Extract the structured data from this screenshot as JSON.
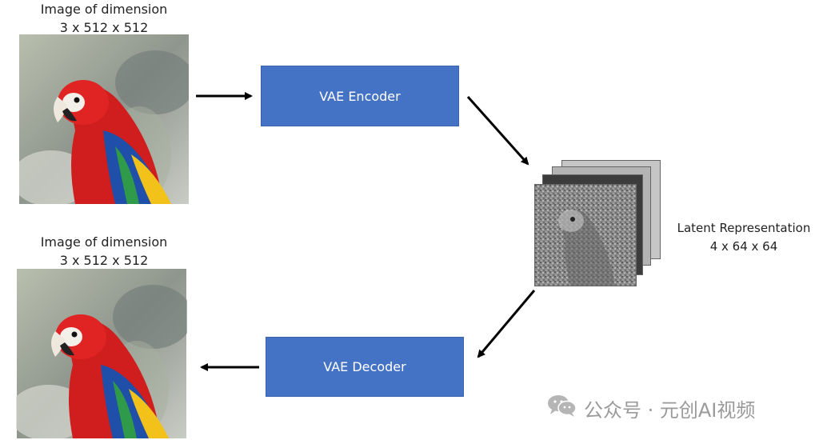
{
  "input_image": {
    "caption_line1": "Image of dimension",
    "caption_line2": "3 x 512 x 512"
  },
  "output_image": {
    "caption_line1": "Image of dimension",
    "caption_line2": "3 x 512 x 512"
  },
  "encoder": {
    "label": "VAE Encoder"
  },
  "decoder": {
    "label": "VAE Decoder"
  },
  "latent": {
    "label_line1": "Latent Representation",
    "label_line2": "4 x 64 x 64"
  },
  "watermark": {
    "text": "公众号 · 元创AI视频",
    "icon": "wechat-icon"
  },
  "colors": {
    "block_fill": "#4472c4",
    "arrow": "#000000",
    "watermark": "#9a9a9a"
  }
}
